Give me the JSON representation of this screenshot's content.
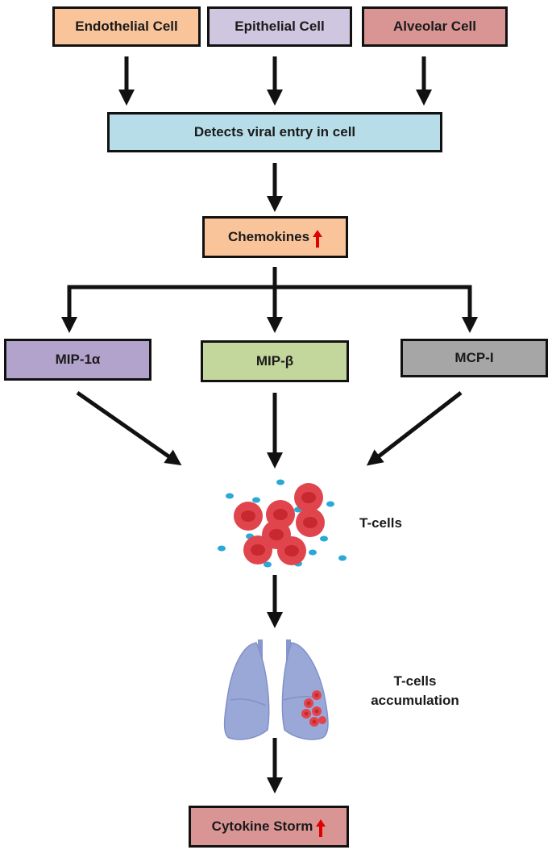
{
  "boxes": {
    "endothelial": {
      "label": "Endothelial Cell",
      "color": "#f9c49a"
    },
    "epithelial": {
      "label": "Epithelial Cell",
      "color": "#cfc6e0"
    },
    "alveolar": {
      "label": "Alveolar Cell",
      "color": "#d99594"
    },
    "detects": {
      "label": "Detects viral entry in cell",
      "color": "#b7dee8"
    },
    "chemokines": {
      "label": "Chemokines",
      "color": "#f9c49a"
    },
    "mip1a": {
      "label": "MIP-1α",
      "color": "#b2a3cc"
    },
    "mipb": {
      "label": "MIP-β",
      "color": "#c3d69b"
    },
    "mcp1": {
      "label": "MCP-I",
      "color": "#a6a6a6"
    },
    "cytokine": {
      "label": "Cytokine Storm",
      "color": "#d99594"
    }
  },
  "labels": {
    "tcells": "T-cells",
    "accumulation_line1": "T-cells",
    "accumulation_line2": "accumulation"
  },
  "colors": {
    "arrow": "#111111",
    "increase_arrow": "#e00000",
    "t_cell": "#e0454d",
    "t_cell_core": "#c8282f",
    "dot": "#2aa9d6",
    "lung": "#9aa8d8"
  },
  "icons": {
    "increase": "red-up-arrow-icon",
    "t_cells": "t-cells-cluster-icon",
    "lungs": "lungs-icon"
  }
}
